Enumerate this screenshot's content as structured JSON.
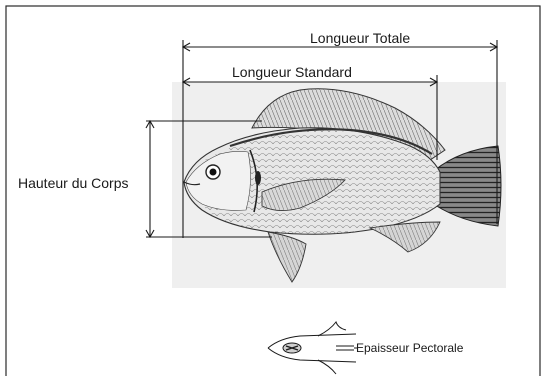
{
  "labels": {
    "total_length": "Longueur Totale",
    "standard_length": "Longueur Standard",
    "body_height": "Hauteur du Corps",
    "pectoral_thickness": "Epaisseur Pectorale"
  },
  "colors": {
    "ink": "#1a1a1a",
    "frame": "#2a2a2a",
    "photo_bg": "#efefef",
    "fish_light": "#e6e6e6",
    "fish_dark": "#3a3a3a"
  }
}
